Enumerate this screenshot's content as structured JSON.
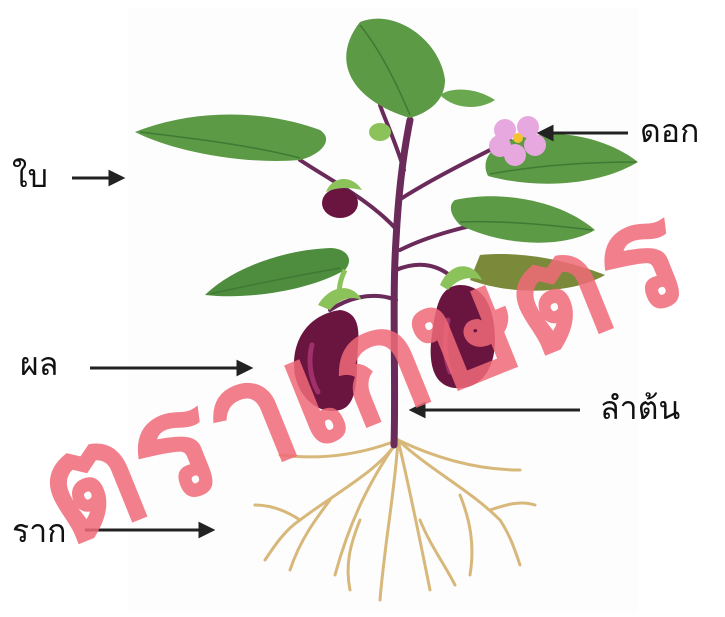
{
  "labels": {
    "leaf": "ใบ",
    "flower": "ดอก",
    "fruit": "ผล",
    "stem": "ลำต้น",
    "root": "ราก"
  },
  "watermark": {
    "text": "ตราเกษตร",
    "color": "#f06a78"
  },
  "colors": {
    "leaf": "#5c9a45",
    "leaf_dark": "#3f7a35",
    "stem": "#6a2a5a",
    "fruit": "#6a1440",
    "fruit_highlight": "#a0306a",
    "calyx": "#8cc25a",
    "flower": "#e7a8e0",
    "flower_center": "#f2c230",
    "root": "#d8b87a",
    "arrow": "#222222"
  }
}
